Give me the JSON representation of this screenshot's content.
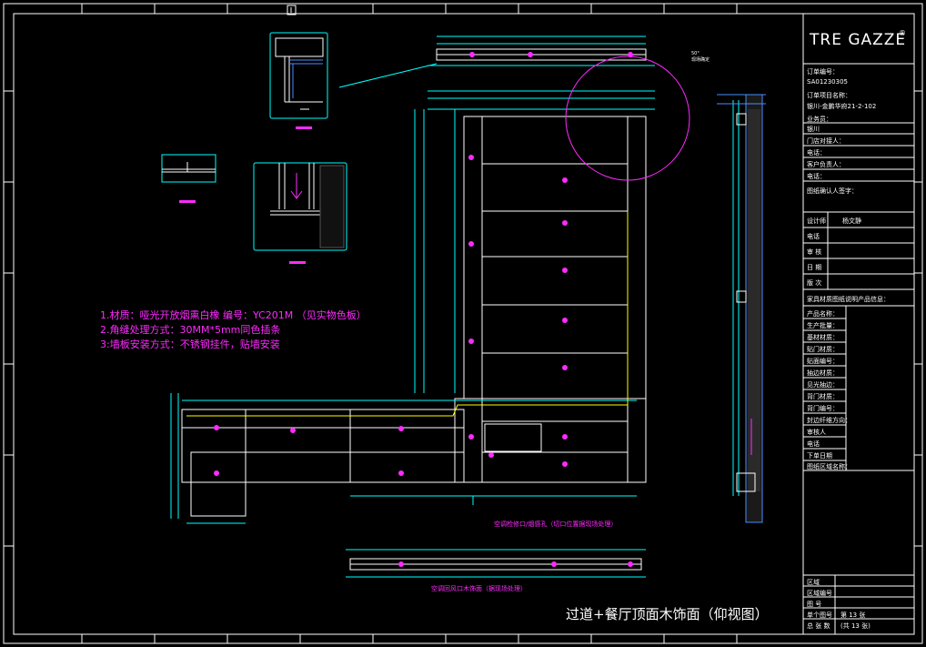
{
  "logo": {
    "text": "TRE GAZZE"
  },
  "notes": [
    "1.材质：哑光开放烟熏白橡  编号：YC201M  （见实物色板）",
    "2.角缝处理方式：30MM*5mm同色插条",
    "3:墙板安装方式：不锈钢挂件，贴墙安装"
  ],
  "captions": {
    "shaft": "空调检修口/烟感孔（切口位置据现场处理）",
    "vent": "空调回风口木饰面（据现场处理）",
    "arc_note": "50°\n现场确定"
  },
  "drawing_title": "过道+餐厅顶面木饰面（仰视图）",
  "title_block": {
    "rows_top": [
      "订单编号：",
      "SA01230305",
      "订单项目名称：",
      "银川-金鹏华府21-2-102",
      "业务员：",
      "银川",
      "门店对接人：",
      "电话：",
      "客户负责人：",
      "电话：",
      "图纸确认人签字："
    ],
    "design": {
      "label": "设计师",
      "value": "杨文静"
    },
    "rows_mid": [
      "电话",
      "审 核",
      "日 期",
      "版 次"
    ],
    "info_header": "家具材质图纸说明产品信息：",
    "info_rows": [
      "产品名称：",
      "生产批量：",
      "基材材质：",
      "贴门材质：",
      "贴面编号：",
      "抽边材质：",
      "见光抽边：",
      "背门材质：",
      "背门编号：",
      "封边纤维方向：",
      "审核人",
      "电话",
      "下单日期",
      "图纸区域名称："
    ],
    "bottom": [
      {
        "label": "区域",
        "value": ""
      },
      {
        "label": "区域编号",
        "value": ""
      },
      {
        "label": "图 号",
        "value": ""
      },
      {
        "label": "单个图号",
        "value": "第 13 张"
      },
      {
        "label": "总 张 数",
        "value": "(共 13 张)"
      }
    ]
  },
  "colors": {
    "background": "#000000",
    "white": "#ffffff",
    "cyan": "#00ffff",
    "magenta": "#ff2bff",
    "yellow": "#ffff00",
    "green": "#2dff2d",
    "blue": "#4a8cff"
  }
}
